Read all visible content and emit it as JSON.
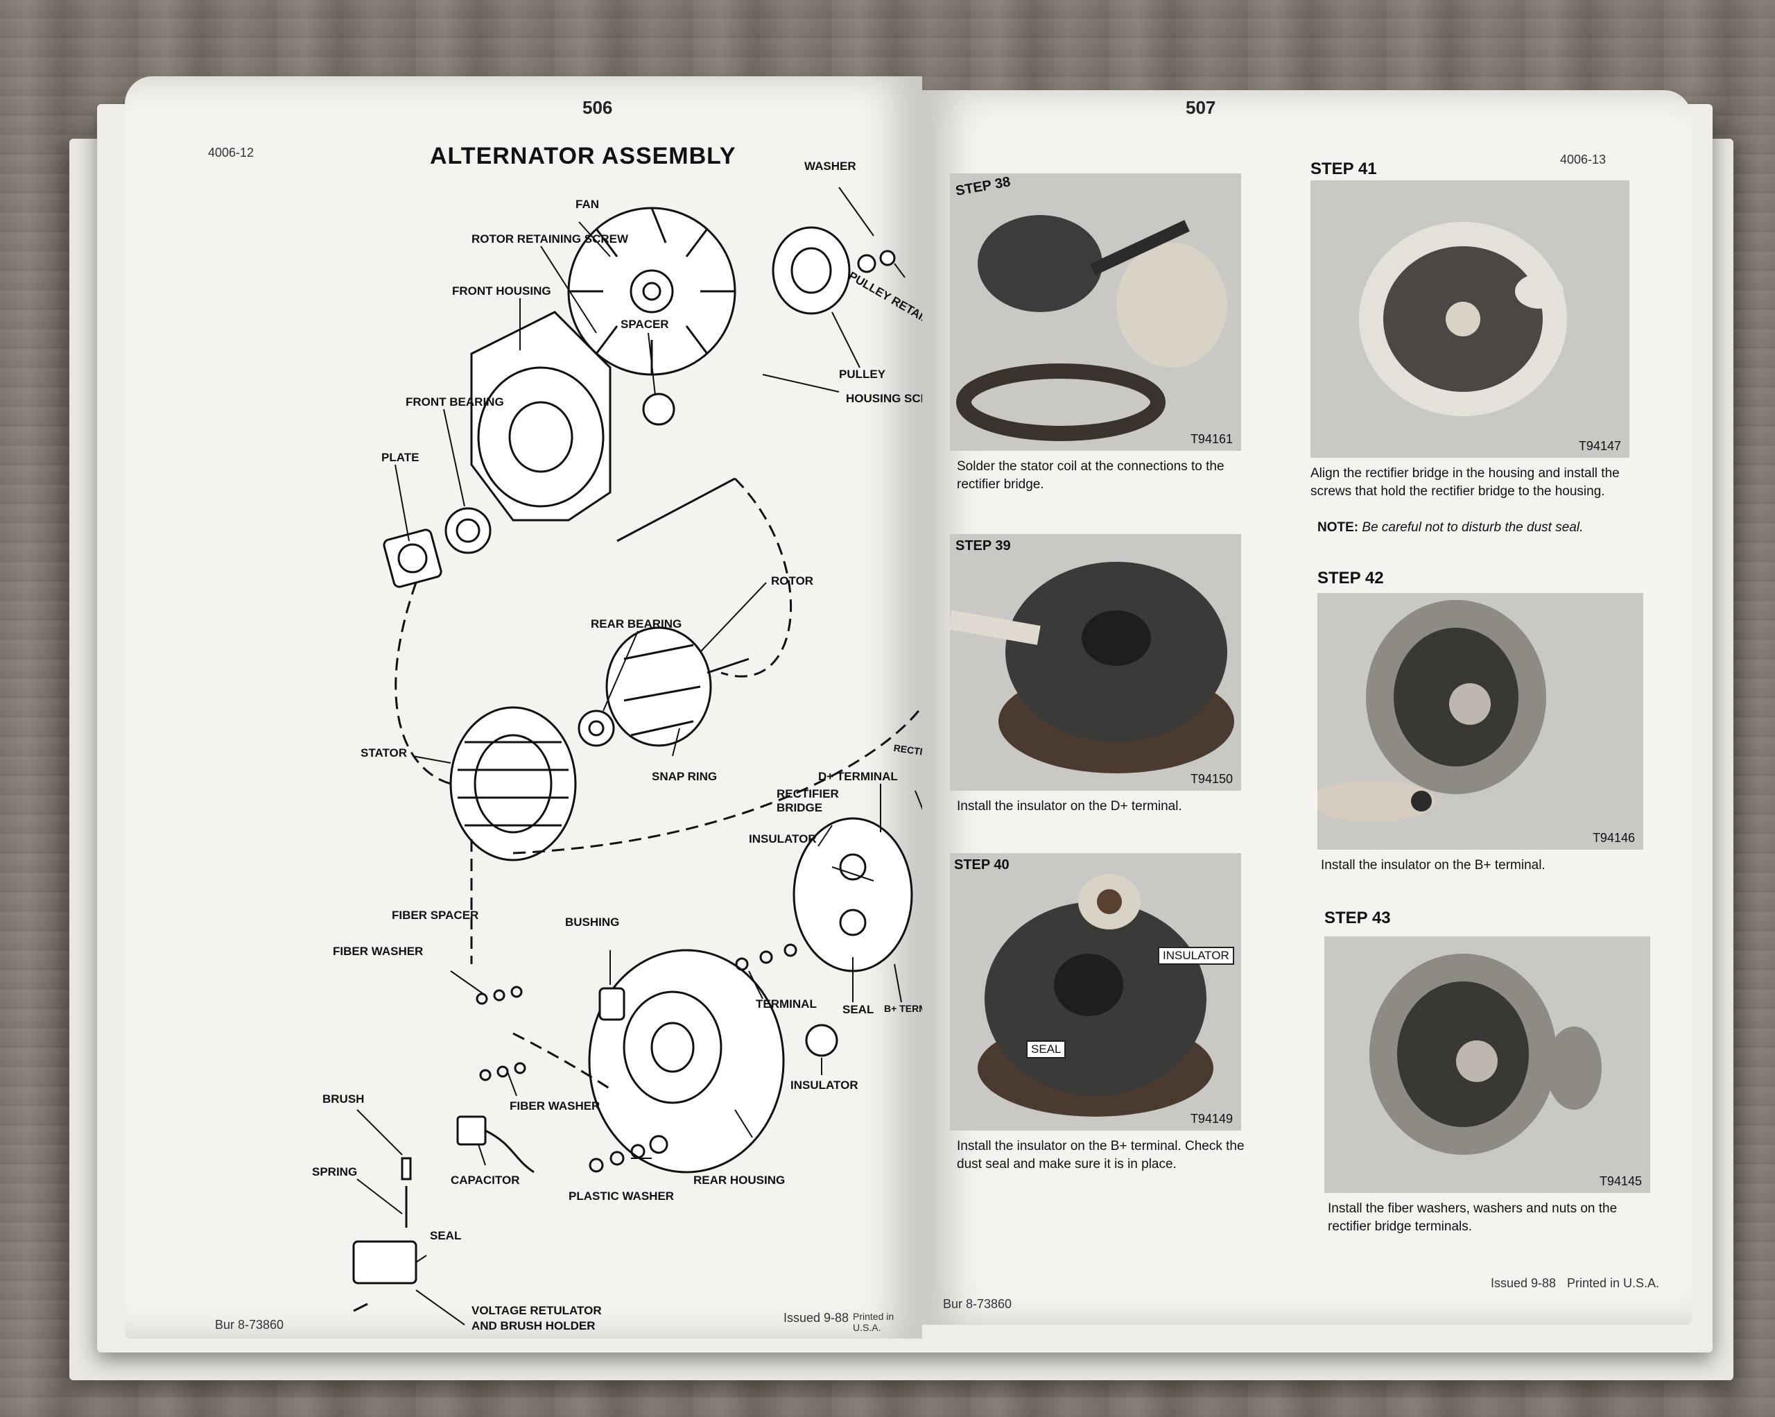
{
  "left_page": {
    "page_number": "506",
    "doc_id": "4006-12",
    "title": "ALTERNATOR ASSEMBLY",
    "labels": {
      "fan": "FAN",
      "washer": "WASHER",
      "rotor_retaining_screw": "ROTOR RETAINING SCREW",
      "spacer": "SPACER",
      "front_housing": "FRONT HOUSING",
      "pulley_retaining_nut": "PULLEY RETAINING NUT",
      "pulley": "PULLEY",
      "front_bearing": "FRONT BEARING",
      "housing_screw": "HOUSING SCREW",
      "plate": "PLATE",
      "rotor": "ROTOR",
      "rear_bearing": "REAR BEARING",
      "stator": "STATOR",
      "snap_ring": "SNAP RING",
      "rectifier_screw": "RECTIFIER SCREW",
      "d_terminal": "D+ TERMINAL",
      "rectifier_bridge": "RECTIFIER BRIDGE",
      "insulator_top": "INSULATOR",
      "fiber_spacer": "FIBER SPACER",
      "bushing": "BUSHING",
      "fiber_washer_1": "FIBER WASHER",
      "terminal": "TERMINAL",
      "seal_right": "SEAL",
      "b_terminal": "B+ TERMINAL",
      "insulator_bottom": "INSULATOR",
      "fiber_washer_2": "FIBER WASHER",
      "brush": "BRUSH",
      "spring": "SPRING",
      "capacitor": "CAPACITOR",
      "plastic_washer": "PLASTIC WASHER",
      "rear_housing": "REAR HOUSING",
      "seal_left": "SEAL",
      "voltage_regulator_1": "VOLTAGE RETULATOR",
      "voltage_regulator_2": "AND BRUSH HOLDER"
    },
    "footer_left": "Bur 8-73860",
    "footer_issued": "Issued 9-88",
    "footer_printed": "Printed in U.S.A."
  },
  "right_page": {
    "page_number": "507",
    "doc_id": "4006-13",
    "steps": [
      {
        "heading": "STEP 38",
        "code": "T94161",
        "caption": "Solder the stator coil at the connections to the rectifier bridge."
      },
      {
        "heading": "STEP 39",
        "code": "T94150",
        "caption": "Install the insulator on the D+ terminal."
      },
      {
        "heading": "STEP 40",
        "code": "T94149",
        "caption": "Install the insulator on the B+ terminal. Check the dust seal and make sure it is in place.",
        "callout_insulator": "INSULATOR",
        "callout_seal": "SEAL"
      },
      {
        "heading": "STEP 41",
        "code": "T94147",
        "caption": "Align the rectifier bridge in the housing and install the screws that hold the rectifier bridge to the housing."
      },
      {
        "heading": "STEP 42",
        "code": "T94146",
        "caption": "Install the insulator on the B+ terminal."
      },
      {
        "heading": "STEP 43",
        "code": "T94145",
        "caption": "Install the fiber washers, washers and nuts on the rectifier bridge terminals."
      }
    ],
    "note_label": "NOTE:",
    "note_text": "Be careful not to disturb the dust seal.",
    "footer_left": "Bur 8-73860",
    "footer_issued": "Issued 9-88",
    "footer_printed": "Printed in U.S.A."
  }
}
